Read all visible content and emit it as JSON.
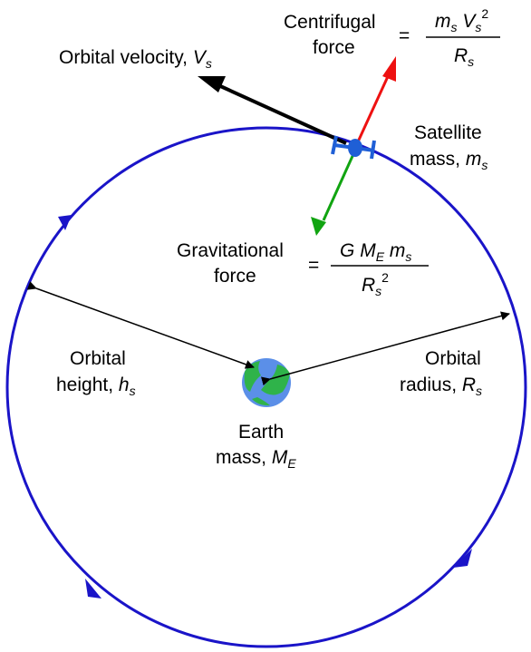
{
  "labels": {
    "orbital_velocity": {
      "text": "Orbital velocity, ",
      "symbol": "V",
      "sub": "s"
    },
    "centrifugal": {
      "line1": "Centrifugal",
      "line2": "force",
      "equals": "=",
      "num_m": "m",
      "num_m_sub": "s",
      "num_v": "V",
      "num_v_sub": "s",
      "num_exp": "2",
      "den_r": "R",
      "den_r_sub": "s"
    },
    "satellite": {
      "line1": "Satellite",
      "line2": "mass, ",
      "symbol": "m",
      "sub": "s"
    },
    "gravitational": {
      "line1": "Gravitational",
      "line2": "force",
      "equals": "=",
      "num_g": "G",
      "num_m": "M",
      "num_m_sub": "E",
      "num_ms": "m",
      "num_ms_sub": "s",
      "den_r": "R",
      "den_r_sub": "s",
      "den_exp": "2"
    },
    "orbital_height": {
      "line1": "Orbital",
      "line2": "height, ",
      "symbol": "h",
      "sub": "s"
    },
    "orbital_radius": {
      "line1": "Orbital",
      "line2": "radius, ",
      "symbol": "R",
      "sub": "s"
    },
    "earth": {
      "line1": "Earth",
      "line2": "mass, ",
      "symbol": "M",
      "sub": "E"
    }
  },
  "colors": {
    "orbit": "#1a14c8",
    "centrifugal_arrow": "#ee1111",
    "gravity_arrow": "#11a411",
    "velocity_arrow": "#000000",
    "satellite": "#1f5fd6",
    "earth_ocean": "#5b8fe8",
    "earth_land": "#2fb34a"
  }
}
